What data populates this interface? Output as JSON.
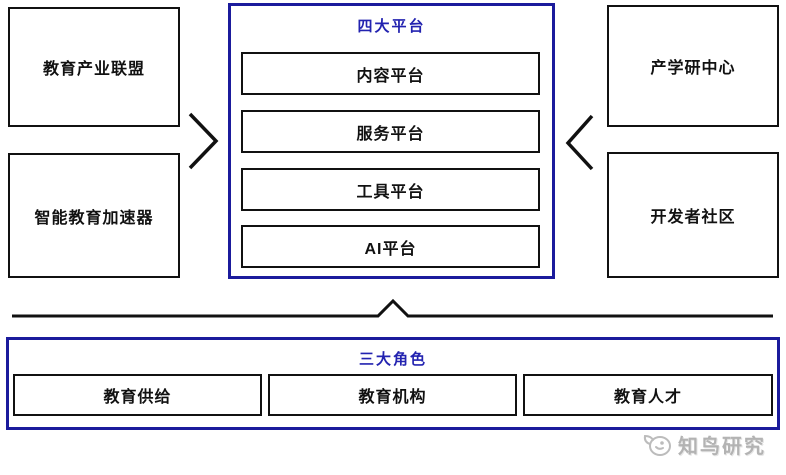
{
  "diagram": {
    "left_column": [
      {
        "label": "教育产业联盟"
      },
      {
        "label": "智能教育加速器"
      }
    ],
    "center_panel": {
      "title": "四大平台",
      "platforms": [
        {
          "label": "内容平台"
        },
        {
          "label": "服务平台"
        },
        {
          "label": "工具平台"
        },
        {
          "label": "AI平台"
        }
      ]
    },
    "right_column": [
      {
        "label": "产学研中心"
      },
      {
        "label": "开发者社区"
      }
    ],
    "bottom_panel": {
      "title": "三大角色",
      "roles": [
        {
          "label": "教育供给"
        },
        {
          "label": "教育机构"
        },
        {
          "label": "教育人才"
        }
      ]
    },
    "watermark": {
      "text": "知鸟研究",
      "icon": "bird-icon"
    },
    "colors": {
      "accent_blue_border": "#1b1b9c",
      "accent_blue_text": "#2323b0",
      "line_black": "#111111",
      "watermark_gray": "#b3b3b3"
    }
  }
}
